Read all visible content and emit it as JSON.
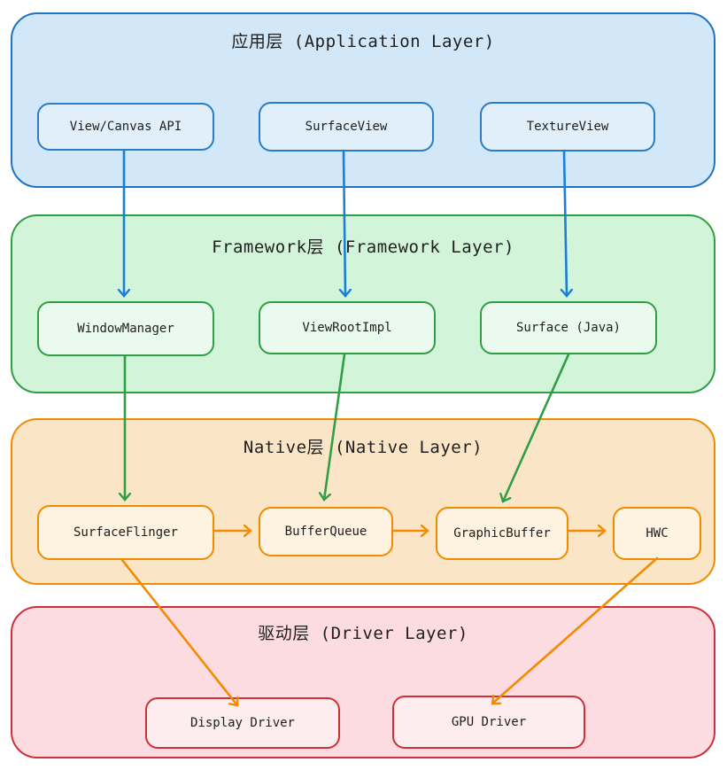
{
  "layers": [
    {
      "title": "应用层 (Application Layer)",
      "nodes": [
        {
          "label": "View/Canvas API"
        },
        {
          "label": "SurfaceView"
        },
        {
          "label": "TextureView"
        }
      ]
    },
    {
      "title": "Framework层 (Framework Layer)",
      "nodes": [
        {
          "label": "WindowManager"
        },
        {
          "label": "ViewRootImpl"
        },
        {
          "label": "Surface (Java)"
        }
      ]
    },
    {
      "title": "Native层 (Native Layer)",
      "nodes": [
        {
          "label": "SurfaceFlinger"
        },
        {
          "label": "BufferQueue"
        },
        {
          "label": "GraphicBuffer"
        },
        {
          "label": "HWC"
        }
      ]
    },
    {
      "title": "驱动层 (Driver Layer)",
      "nodes": [
        {
          "label": "Display Driver"
        },
        {
          "label": "GPU Driver"
        }
      ]
    }
  ],
  "edges": [
    {
      "from": "View/Canvas API",
      "to": "WindowManager",
      "color": "#1c7ed6"
    },
    {
      "from": "SurfaceView",
      "to": "ViewRootImpl",
      "color": "#1c7ed6"
    },
    {
      "from": "TextureView",
      "to": "Surface (Java)",
      "color": "#1c7ed6"
    },
    {
      "from": "WindowManager",
      "to": "SurfaceFlinger",
      "color": "#2f9e44"
    },
    {
      "from": "ViewRootImpl",
      "to": "BufferQueue",
      "color": "#2f9e44"
    },
    {
      "from": "Surface (Java)",
      "to": "GraphicBuffer",
      "color": "#2f9e44"
    },
    {
      "from": "SurfaceFlinger",
      "to": "BufferQueue",
      "color": "#f08c00"
    },
    {
      "from": "BufferQueue",
      "to": "GraphicBuffer",
      "color": "#f08c00"
    },
    {
      "from": "GraphicBuffer",
      "to": "HWC",
      "color": "#f08c00"
    },
    {
      "from": "SurfaceFlinger",
      "to": "Display Driver",
      "color": "#f08c00"
    },
    {
      "from": "HWC",
      "to": "GPU Driver",
      "color": "#f08c00"
    }
  ],
  "colors": {
    "arrow_blue": "#1c7ed6",
    "arrow_green": "#2f9e44",
    "arrow_orange": "#f08c00",
    "app_border": "#1f74c0",
    "app_fill": "#d2e8f9",
    "app_node_fill": "#e1effb",
    "framework_border": "#2f9e44",
    "framework_fill": "#d2f5d9",
    "framework_node_fill": "#eafaee",
    "native_border": "#f08c00",
    "native_fill": "#fbe5c7",
    "native_node_fill": "#fdf3e0",
    "driver_border": "#ce3038",
    "driver_fill": "#fcdce0",
    "driver_node_fill": "#fdedef",
    "text": "#1e1e1e"
  }
}
